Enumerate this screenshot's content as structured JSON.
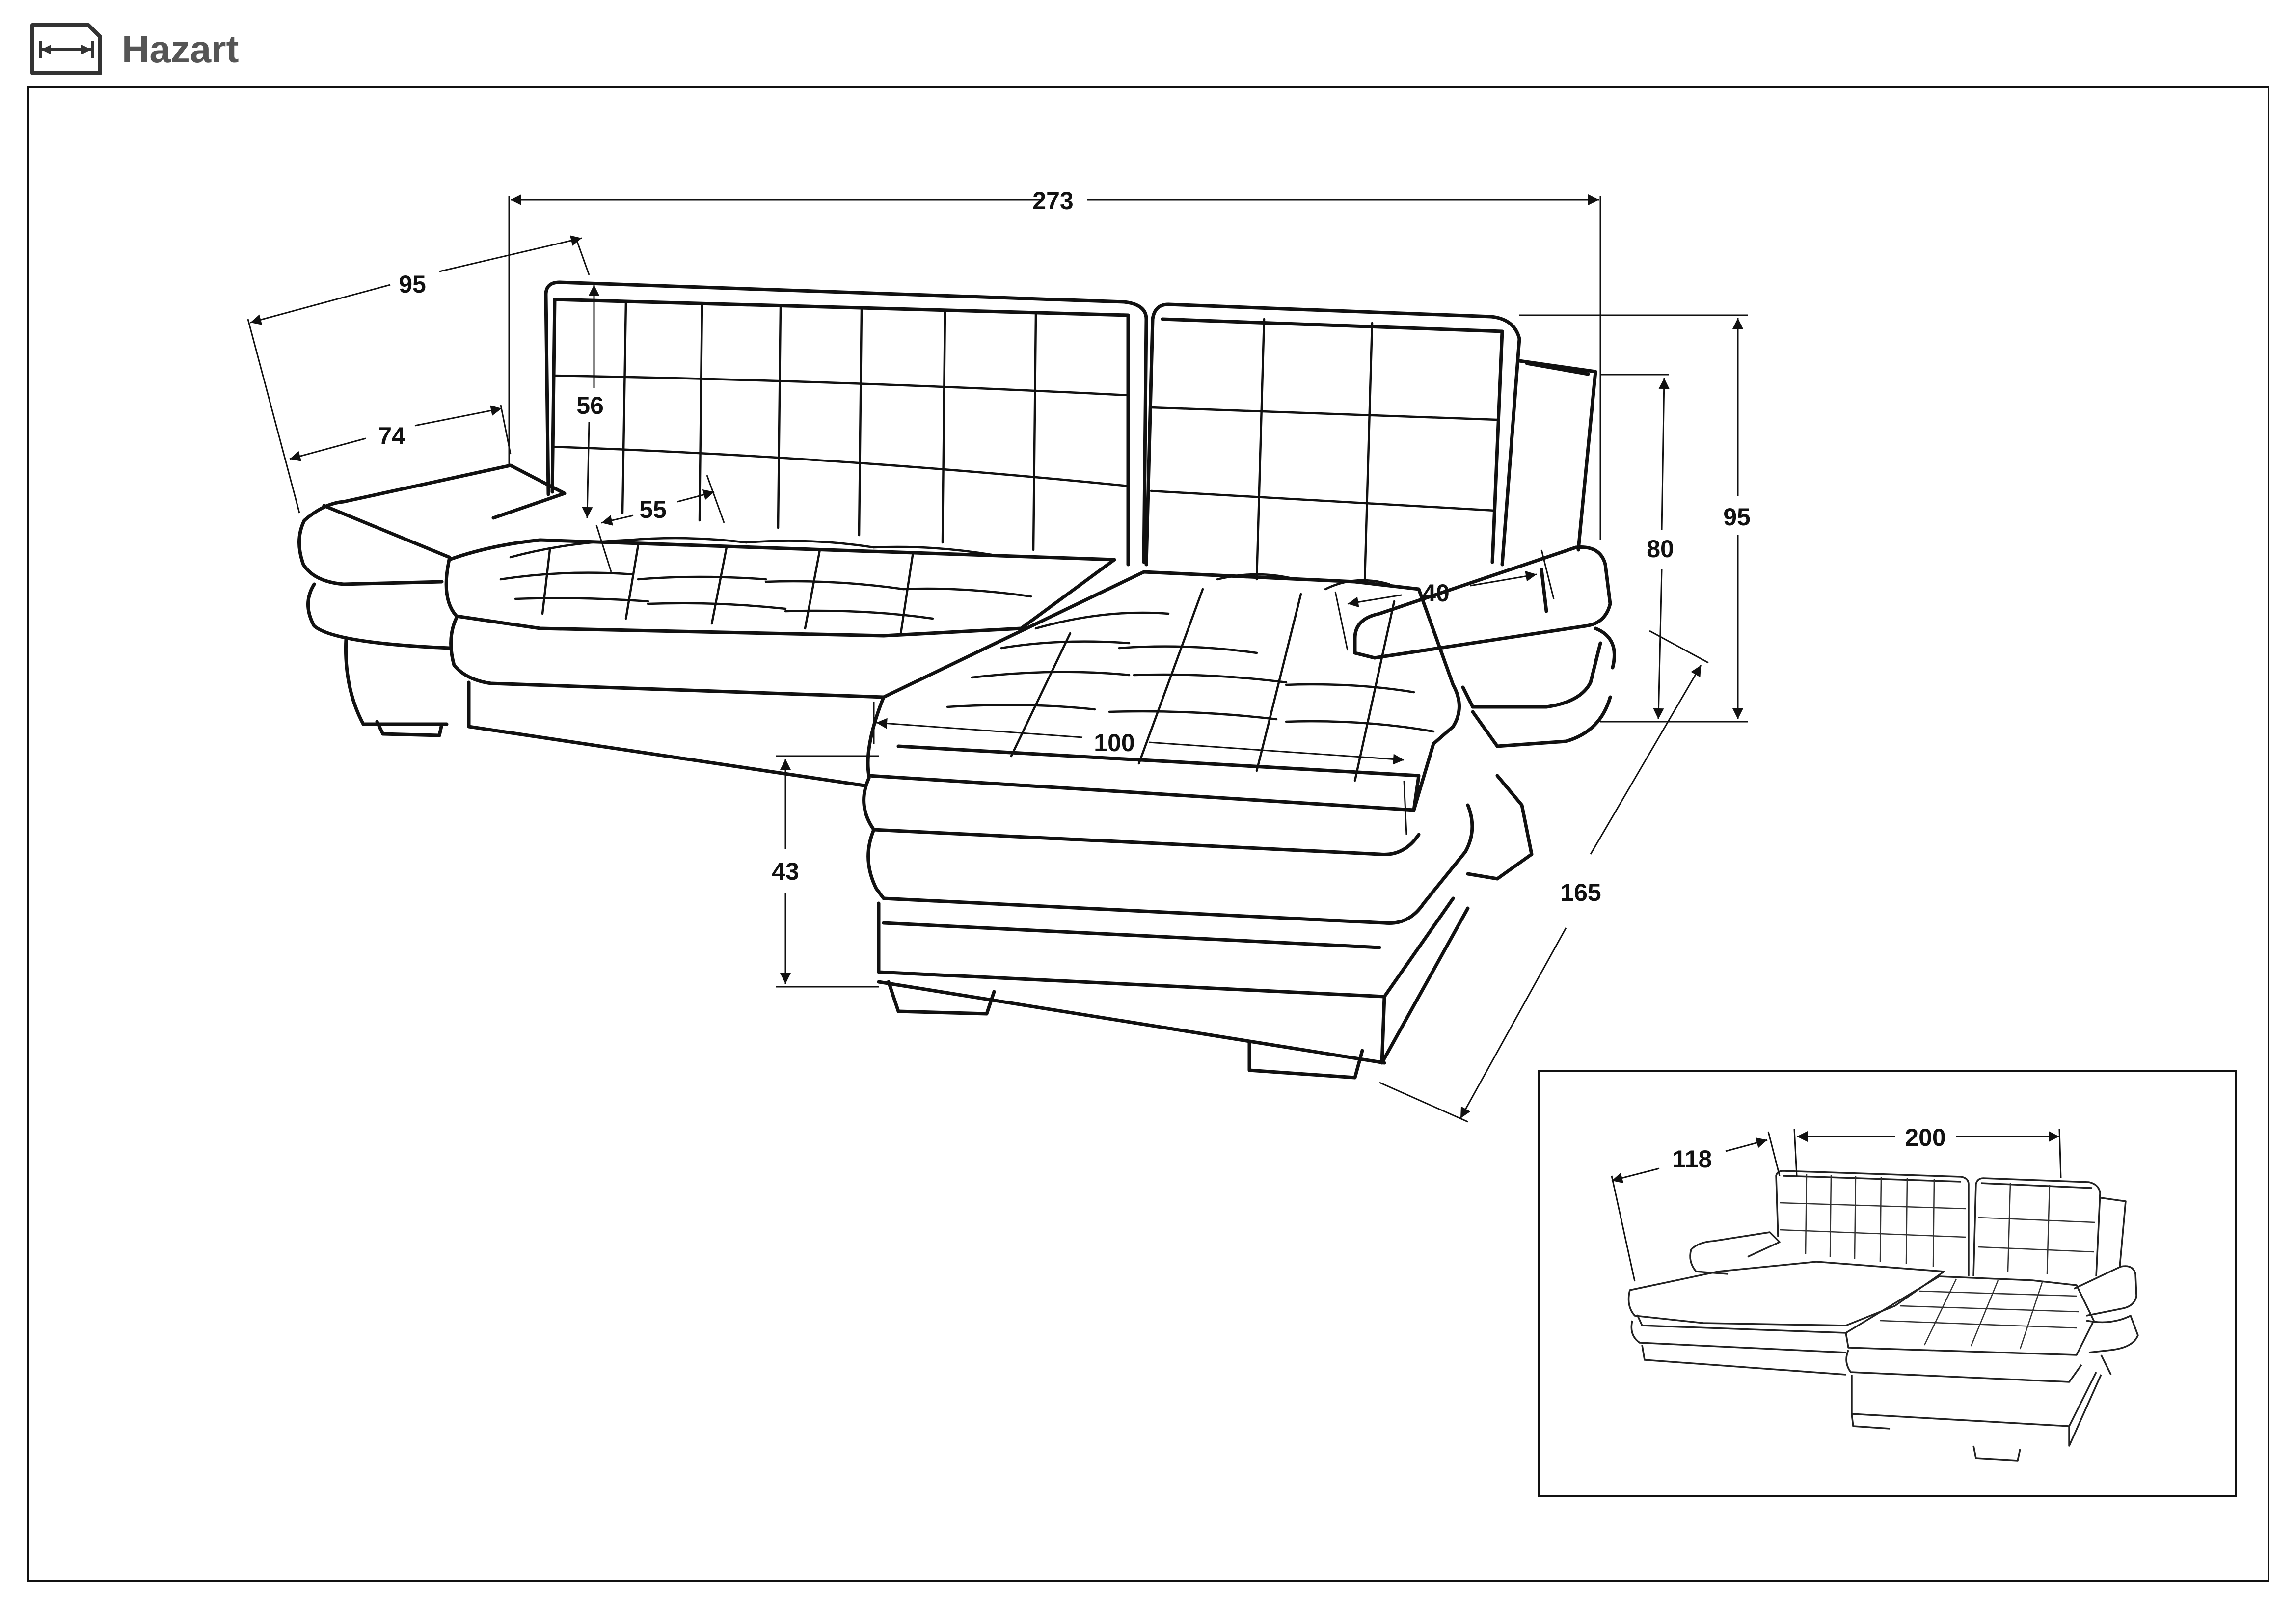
{
  "header": {
    "title": "Hazart",
    "icon": "dimensions-icon"
  },
  "dimensions": {
    "total_length": "273",
    "armrest_depth_outer": "95",
    "seat_depth": "74",
    "backrest_height": "56",
    "seat_depth_inner": "55",
    "total_height": "95",
    "back_height": "80",
    "armrest_width": "40",
    "chaise_width": "100",
    "seat_height": "43",
    "chaise_length": "165"
  },
  "sleeping_area": {
    "width": "118",
    "length": "200"
  },
  "colors": {
    "line": "#111111",
    "title": "#555555",
    "background": "#ffffff"
  }
}
